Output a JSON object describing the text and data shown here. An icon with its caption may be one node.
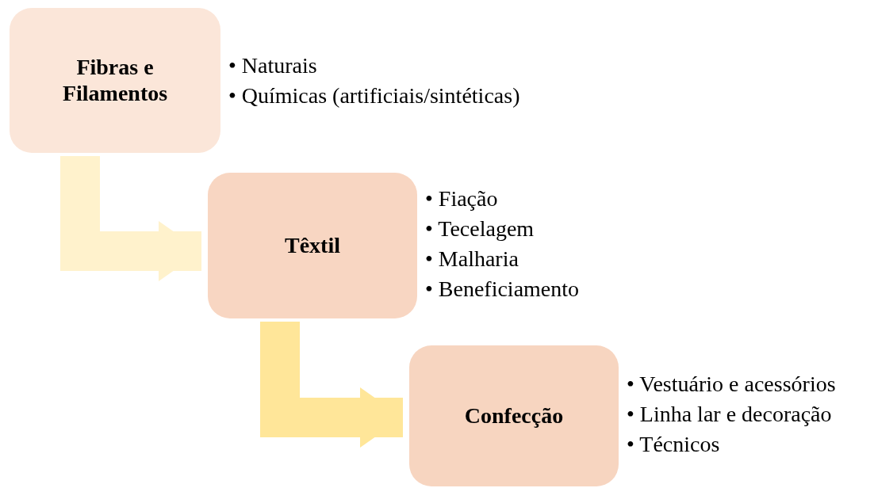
{
  "diagram": {
    "nodes": [
      {
        "text": [
          "Fibras e Filamentos"
        ],
        "beside": [
          "• Naturais",
          "• Químicas (artificiais/sintéticas)"
        ]
      },
      {
        "text": [
          "Têxtil"
        ],
        "beside": [
          "• Fiação",
          "• Tecelagem",
          "• Malharia",
          "• Beneficiamento"
        ]
      },
      {
        "text": [
          "Confecção"
        ],
        "beside": [
          "• Vestuário e acessórios",
          "• Linha lar e decoração",
          "• Técnicos"
        ]
      }
    ],
    "edges": [
      {
        "from": 0,
        "to": 1,
        "arrow": "to",
        "color": "#fff2cc"
      },
      {
        "from": 1,
        "to": 2,
        "arrow": "to",
        "color": "#ffe699"
      }
    ]
  }
}
